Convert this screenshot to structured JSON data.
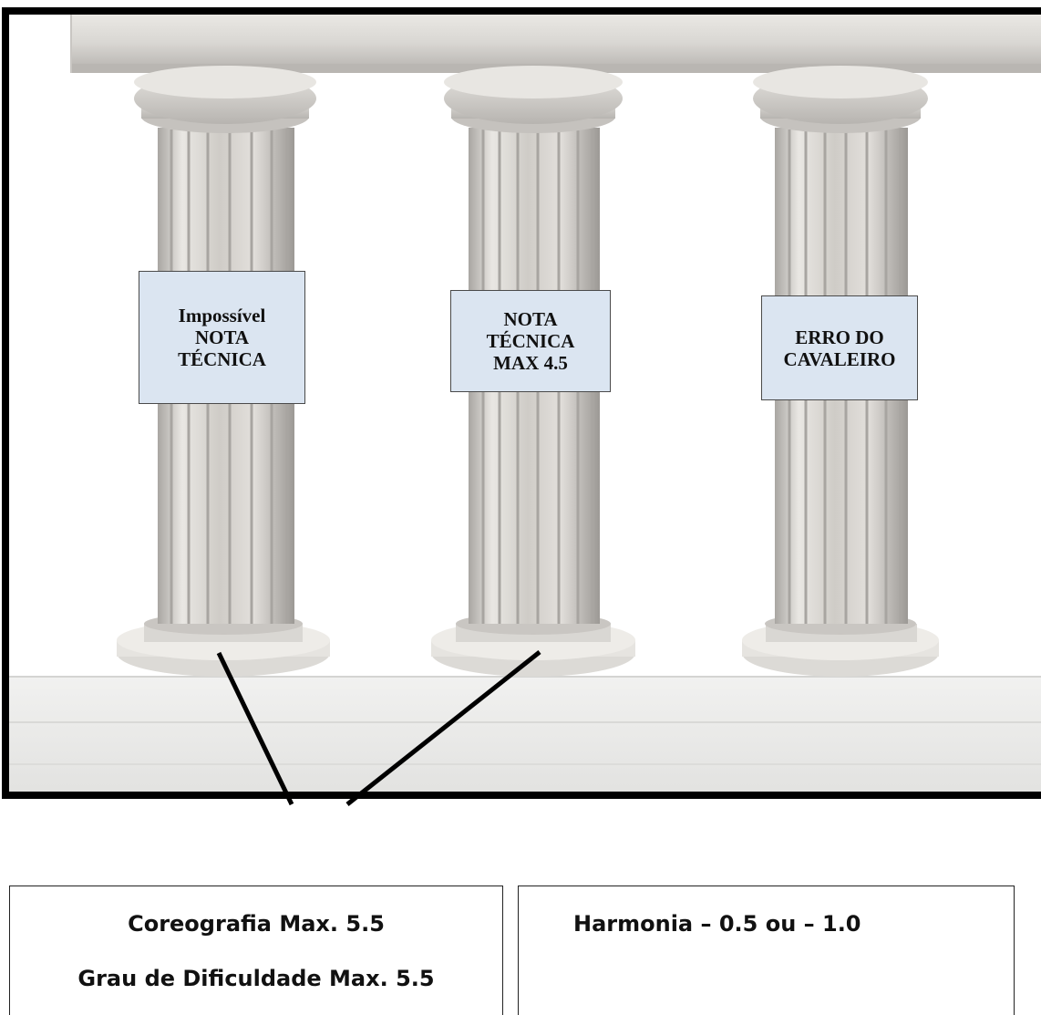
{
  "pillars": [
    {
      "lines": [
        "Impossível",
        "NOTA",
        "TÉCNICA"
      ]
    },
    {
      "lines": [
        "NOTA",
        "TÉCNICA",
        "MAX 4.5"
      ]
    },
    {
      "lines": [
        "ERRO DO",
        "CAVALEIRO"
      ]
    }
  ],
  "bottom": {
    "left": [
      "Coreografia Max. 5.5",
      "Grau de Dificuldade Max. 5.5"
    ],
    "right": [
      "Harmonia – 0.5 ou – 1.0"
    ]
  },
  "colors": {
    "label_fill": "#dbe5f1",
    "frame": "#000000",
    "stone": "#d8d6d2"
  }
}
